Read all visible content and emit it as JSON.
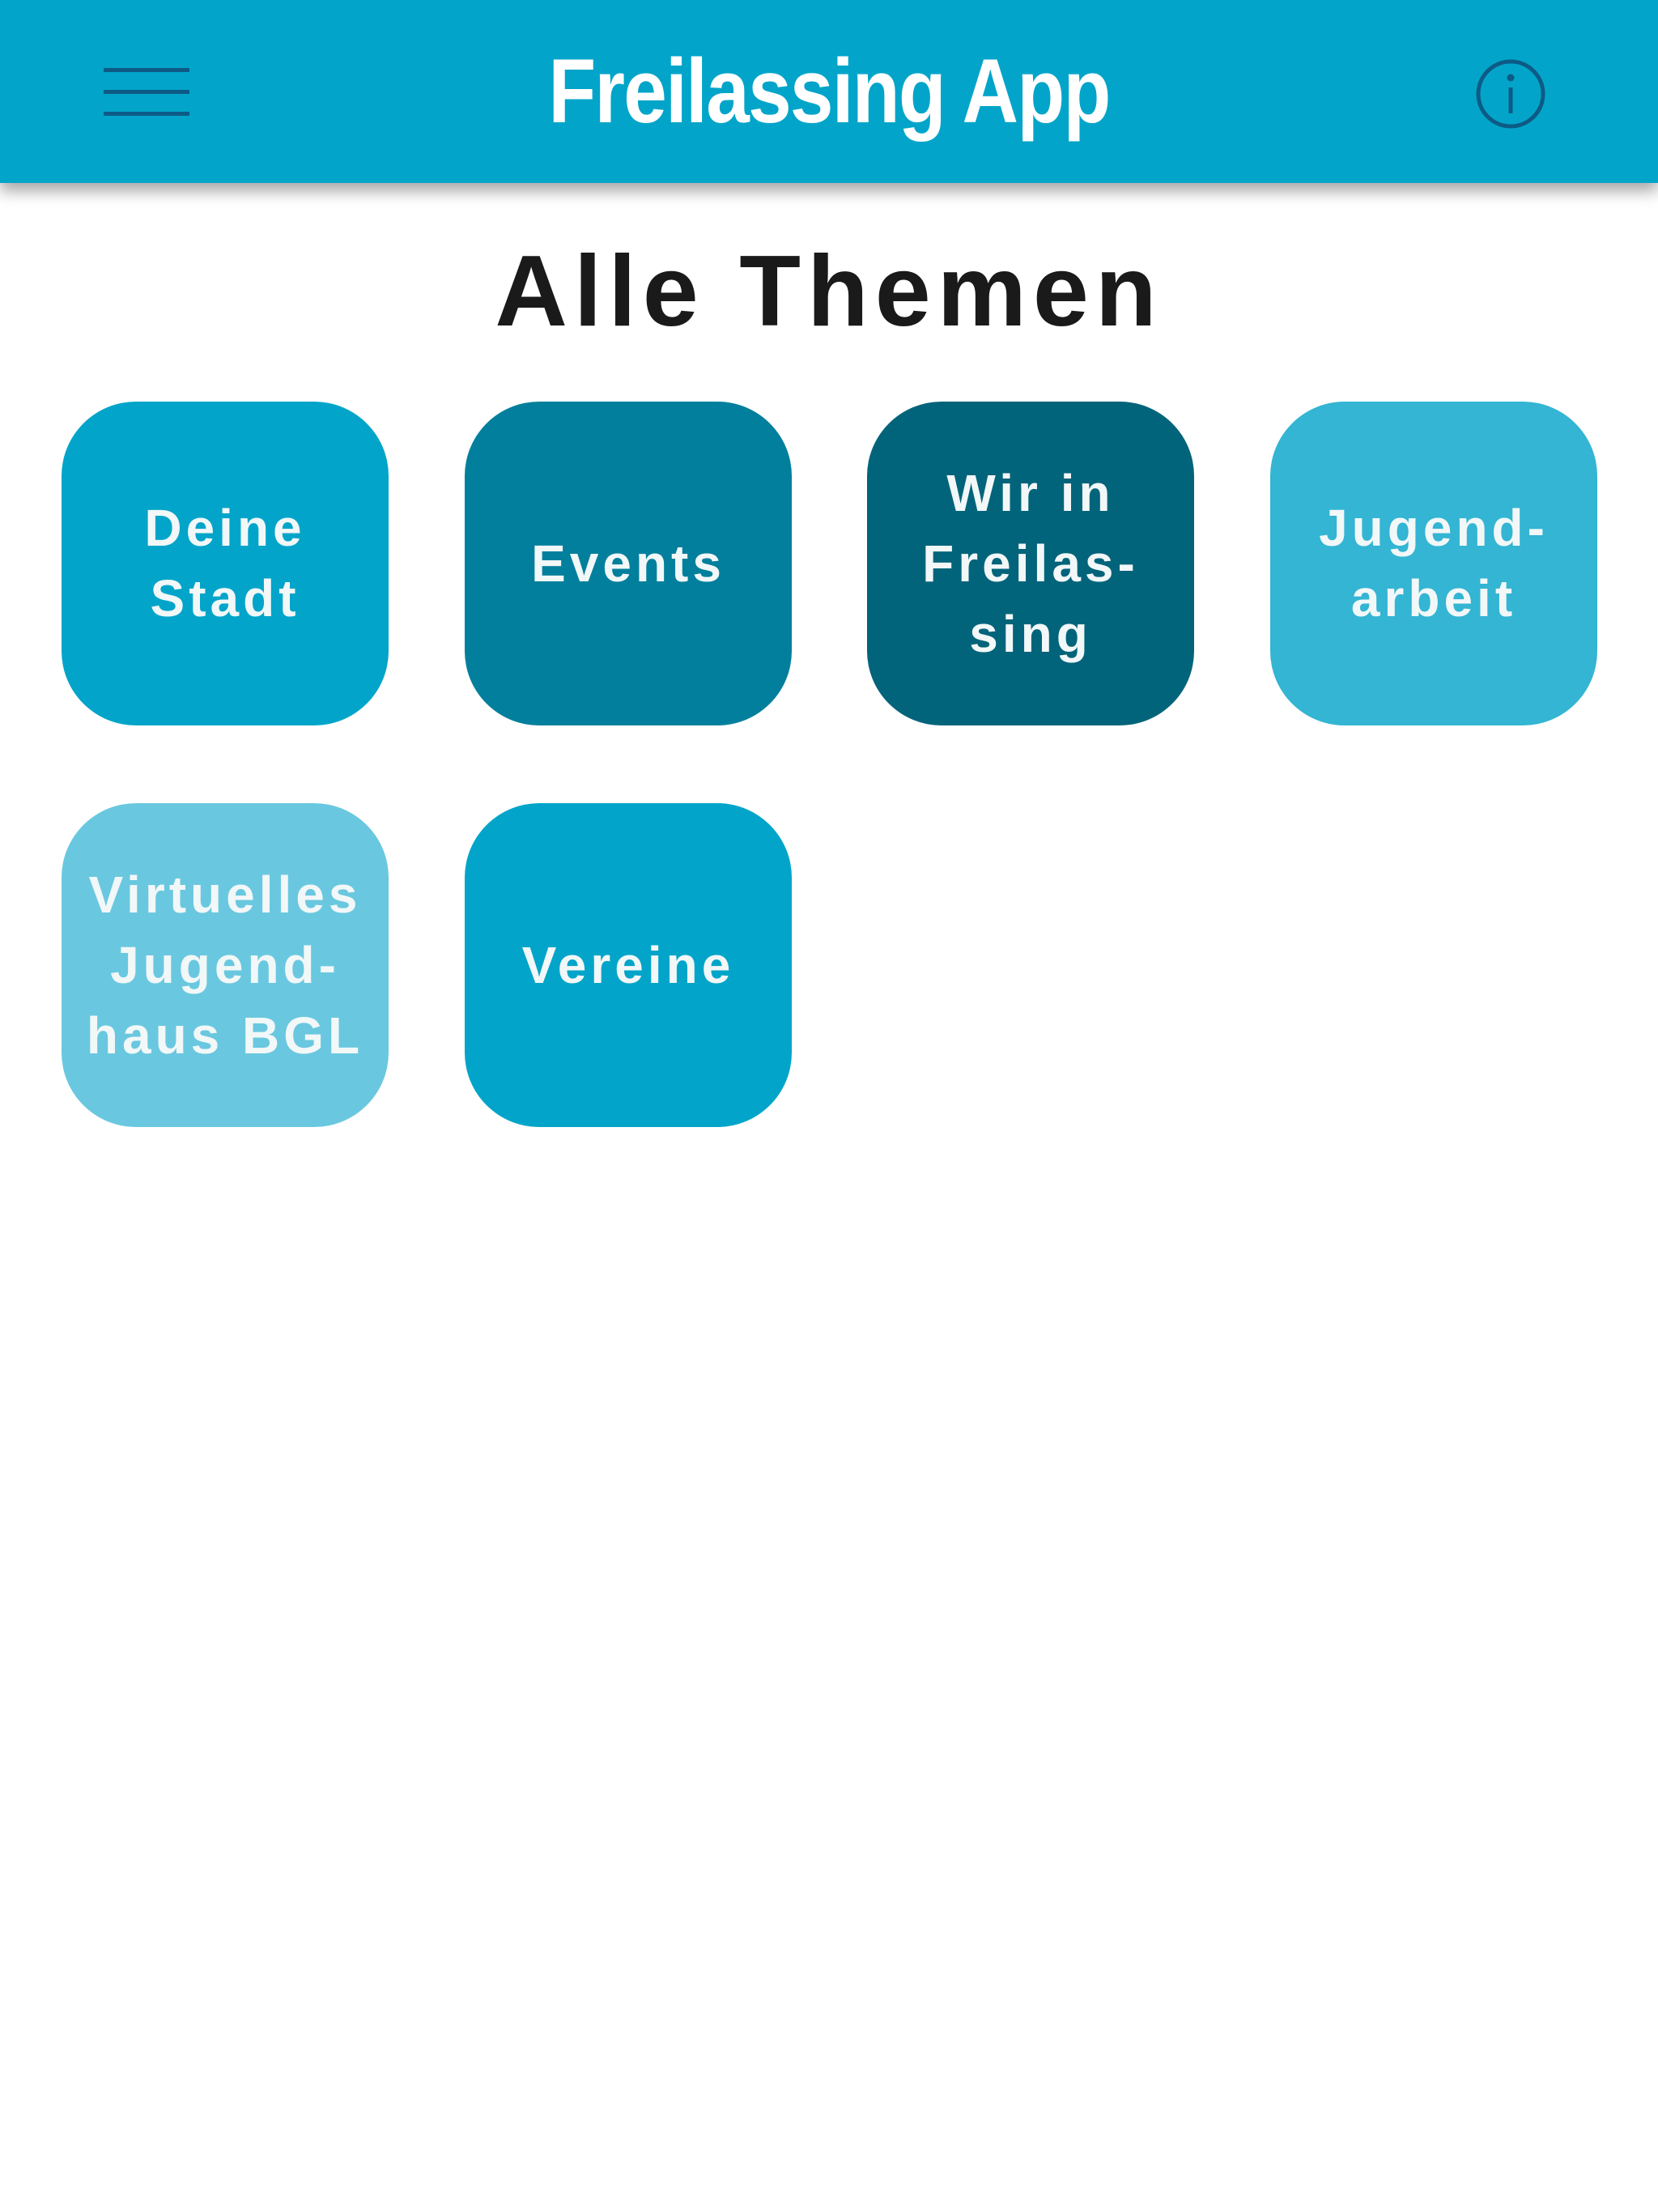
{
  "header": {
    "title": "Freilassing App",
    "menu_icon": "hamburger-menu-icon",
    "info_icon": "info-circle-icon",
    "icon_color": "#0d5a86"
  },
  "main": {
    "heading": "Alle Themen",
    "tiles": [
      {
        "label": "Deine\nStadt",
        "color": "#02a5c9"
      },
      {
        "label": "Events",
        "color": "#027f9c"
      },
      {
        "label": "Wir in\nFreilas-\nsing",
        "color": "#02647a"
      },
      {
        "label": "Jugend-\narbeit",
        "color": "#33b5d3"
      },
      {
        "label": "Virtuelles\nJugend-\nhaus BGL",
        "color": "#69c8df"
      },
      {
        "label": "Vereine",
        "color": "#02a5c9"
      }
    ]
  },
  "colors": {
    "app_bar": "#02a5c9",
    "page_background": "#ffffff",
    "heading_text": "#1a1a1a",
    "tile_text": "#f2f7f8"
  }
}
